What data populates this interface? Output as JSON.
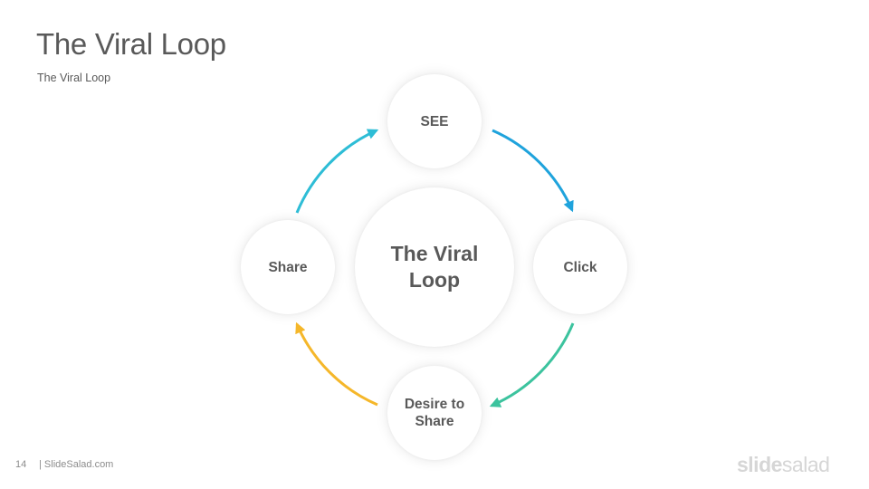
{
  "slide": {
    "title": "The Viral Loop",
    "subtitle": "The Viral Loop",
    "page_number": "14",
    "site": "| SlideSalad.com",
    "logo": {
      "bold": "slide",
      "regular": "salad"
    }
  },
  "diagram": {
    "center": {
      "line1": "The Viral",
      "line2": "Loop"
    },
    "steps": [
      {
        "id": "see",
        "line1": "SEE",
        "line2": ""
      },
      {
        "id": "click",
        "line1": "Click",
        "line2": ""
      },
      {
        "id": "desire",
        "line1": "Desire to",
        "line2": "Share"
      },
      {
        "id": "share",
        "line1": "Share",
        "line2": ""
      }
    ],
    "arrows": [
      {
        "from": "SEE",
        "to": "Click",
        "color": "#1fa3dc"
      },
      {
        "from": "Click",
        "to": "Desire to Share",
        "color": "#3cc39e"
      },
      {
        "from": "Desire to Share",
        "to": "Share",
        "color": "#f5b72a"
      },
      {
        "from": "Share",
        "to": "SEE",
        "color": "#2ebdd6"
      }
    ]
  }
}
